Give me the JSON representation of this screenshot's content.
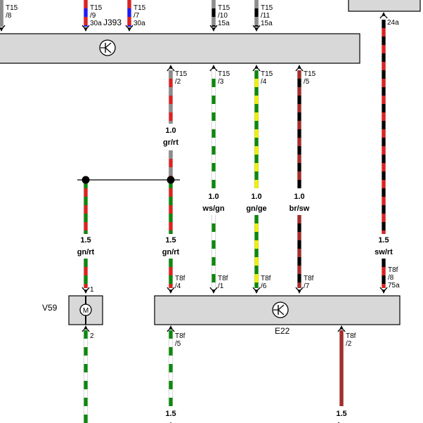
{
  "components": {
    "j393": {
      "label": "J393"
    },
    "e22": {
      "label": "E22"
    },
    "v59": {
      "label": "V59",
      "symbol": "M"
    }
  },
  "pins": {
    "t15_8": "T15\n/8",
    "t15_9_30a": "T15\n/9\n30a",
    "t15_7_30a": "T15\n/7\n30a",
    "t15_10_15a": "T15\n/10\n15a",
    "t15_11_15a": "T15\n/11\n15a",
    "p24a": "24a",
    "t15_2": "T15\n/2",
    "t15_3": "T15\n/3",
    "t15_4": "T15\n/4",
    "t15_5": "T15\n/5",
    "t8f_4": "T8f\n/4",
    "t8f_1": "T8f\n/1",
    "t8f_6": "T8f\n/6",
    "t8f_7": "T8f\n/7",
    "t8f_8_75a": "T8f\n/8\n75a",
    "t8f_5": "T8f\n/5",
    "t8f_2": "T8f\n/2",
    "v59_1": "1",
    "v59_2": "2"
  },
  "wires": {
    "w_grrt": {
      "size": "1.0",
      "color": "gr/rt"
    },
    "w_wsgn": {
      "size": "1.0",
      "color": "ws/gn"
    },
    "w_gnge": {
      "size": "1.0",
      "color": "gn/ge"
    },
    "w_brsw": {
      "size": "1.0",
      "color": "br/sw"
    },
    "w_gnrt_left": {
      "size": "1.5",
      "color": "gn/rt"
    },
    "w_gnrt_mid": {
      "size": "1.5",
      "color": "gn/rt"
    },
    "w_swrt": {
      "size": "1.5",
      "color": "sw/rt"
    },
    "w_bottom_a": {
      "size": "1.5",
      "color": "gn/ws"
    },
    "w_bottom_b": {
      "size": "1.5",
      "color": "br"
    }
  },
  "colors": {
    "gn": "#0a8a0a",
    "rt": "#e02020",
    "ws": "#ffffff",
    "ge": "#f2f200",
    "gr": "#8c8c8c",
    "br": "#a82a2a",
    "sw": "#000000",
    "bl": "#1a1aff",
    "box_fill": "#d8d8d8"
  }
}
